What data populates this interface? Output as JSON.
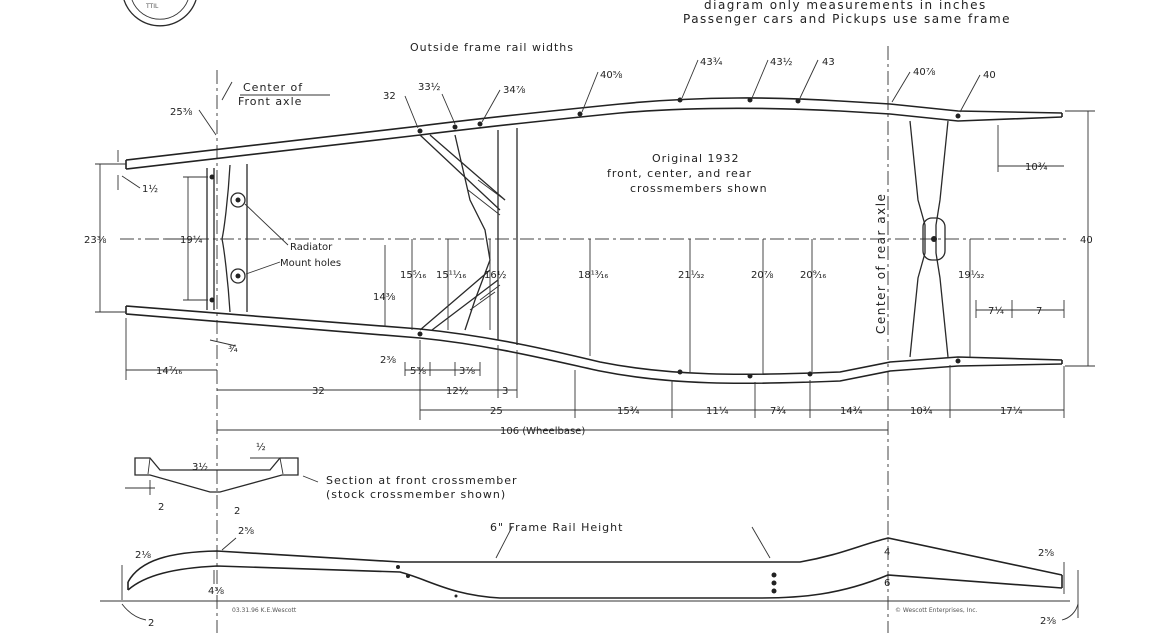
{
  "header": {
    "line1": "diagram only   measurements in inches",
    "line2": "Passenger cars and Pickups use same frame"
  },
  "plan_view": {
    "outside_widths_title": "Outside frame rail widths",
    "outside_widths": [
      "32",
      "33½",
      "34⅞",
      "40⅝",
      "43¾",
      "43½",
      "43",
      "40⅞",
      "40"
    ],
    "front_axle_label_1": "Center of",
    "front_axle_label_2": "Front axle",
    "rear_axle_label": "Center of rear axle",
    "crossmember_note": [
      "Original 1932",
      "front, center, and rear",
      "crossmembers shown"
    ],
    "radiator_label_1": "Radiator",
    "radiator_label_2": "Mount holes",
    "inside_widths": [
      "15⁵⁄₁₆",
      "15¹¹⁄₁₆",
      "16½",
      "18¹³⁄₁₆",
      "21¹⁄₃₂",
      "20⅞",
      "20⁹⁄₁₆",
      "19¹⁄₃₂"
    ],
    "dims": {
      "d_25_4": "25⅜",
      "d_1_5": "1½",
      "d_23_4": "23⅜",
      "d_19_4": "19¼",
      "d_14_3": "14⅜",
      "d_3_4": "¾",
      "d_2_3": "2⅜",
      "d_14_7": "14⁷⁄₁₆",
      "d_5_3": "5⅜",
      "d_3_7": "3⅞",
      "d_32": "32",
      "d_12_5": "12½",
      "d_3": "3",
      "d_25": "25",
      "d_15_5": "15¾",
      "d_11": "11¼",
      "d_7_5": "7¾",
      "d_14": "14¾",
      "d_10_r": "10¾",
      "d_17": "17¼",
      "d_10_3": "10¾",
      "d_7_1": "7¼",
      "d_7": "7",
      "d_40": "40"
    },
    "wheelbase": "106  (Wheelbase)"
  },
  "section": {
    "label_1": "Section at front crossmember",
    "label_2": "(stock crossmember shown)",
    "d_half": "½",
    "d_3_half": "3½",
    "d_2a": "2",
    "d_2b": "2"
  },
  "side_view": {
    "rail_height_label": "6\" Frame Rail Height",
    "d_2_front": "2⅝",
    "d_2_tip": "2⅛",
    "d_4_front": "4⅜",
    "d_2_bottom": "2",
    "d_4": "4",
    "d_6": "6",
    "d_2_rear_top": "2⅝",
    "d_2_rear_bottom": "2⅜",
    "credit_left": "03.31.96  K.E.Wescott",
    "credit_right": "© Wescott Enterprises, Inc."
  }
}
